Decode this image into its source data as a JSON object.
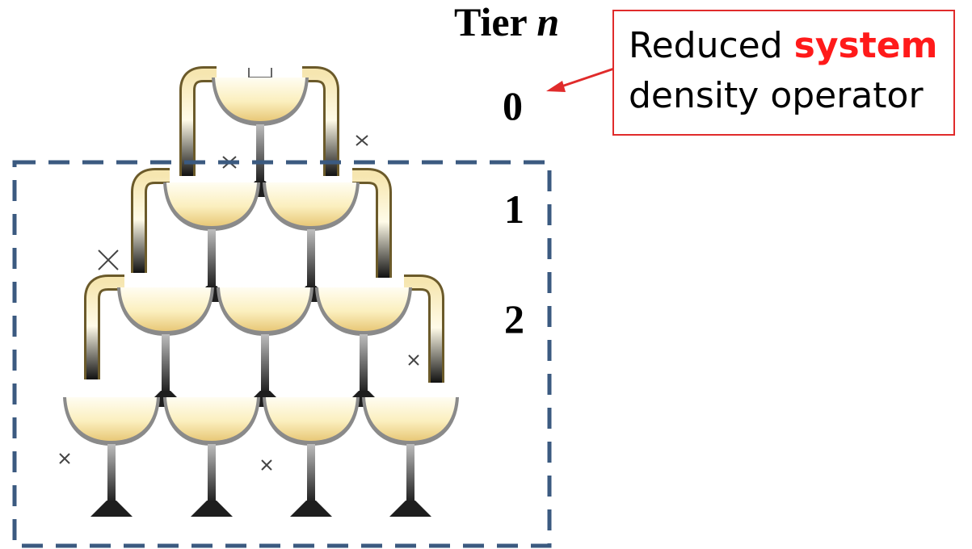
{
  "header": {
    "tier_label": "Tier",
    "tier_variable": "n"
  },
  "tiers": [
    "0",
    "1",
    "2"
  ],
  "callout": {
    "line1_prefix": "Reduced ",
    "line1_highlight": "system",
    "line2": "density operator"
  },
  "colors": {
    "callout_border": "#e02b2b",
    "highlight_text": "#ff1a1a",
    "arrow": "#e02b2b",
    "dashed_box": "#3b5a80",
    "glass_liquid": "#fbefbe",
    "glass_stem": "#2a2a2a"
  },
  "icons": [
    "champagne-glass-icon",
    "hierarchy-tube-icon",
    "sparkle-icon"
  ]
}
